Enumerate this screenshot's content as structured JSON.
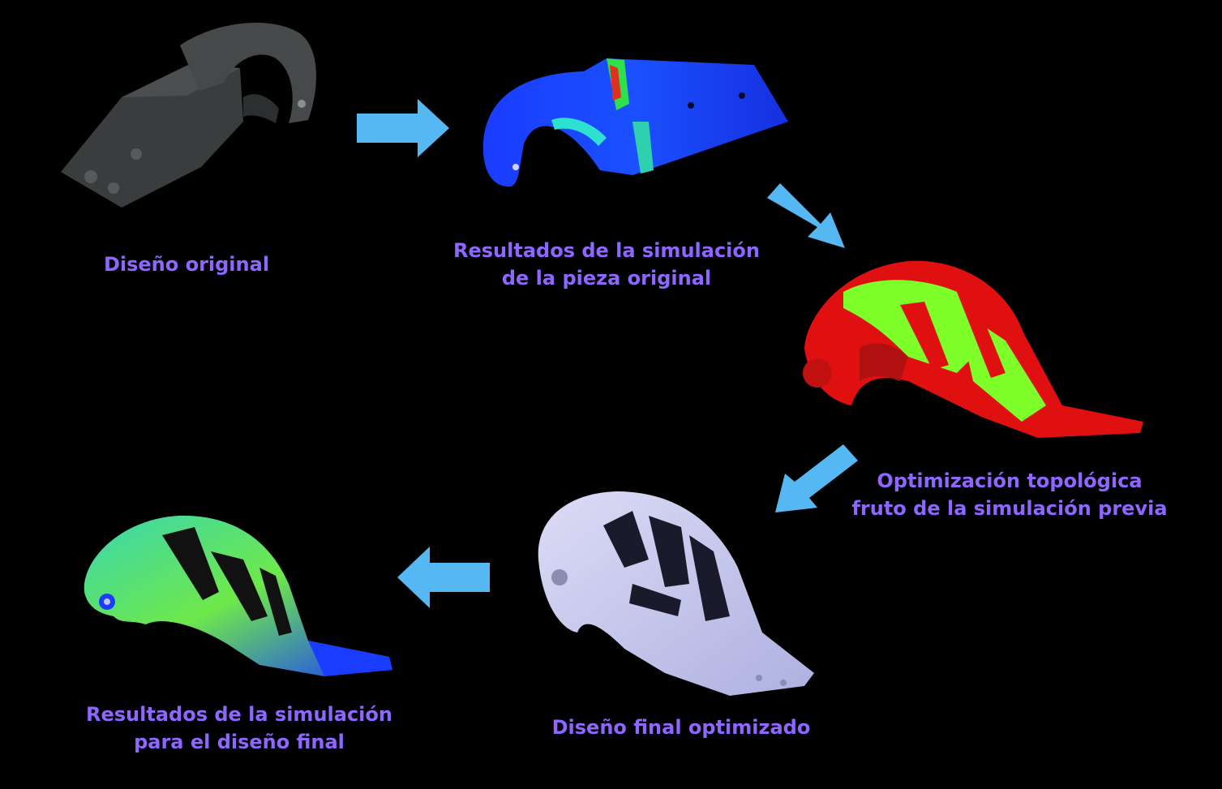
{
  "steps": [
    {
      "id": "original",
      "lines": [
        "Diseño original"
      ]
    },
    {
      "id": "sim_original",
      "lines": [
        "Resultados de la simulación",
        "de la pieza original"
      ]
    },
    {
      "id": "topology",
      "lines": [
        "Optimización topológica",
        "fruto de la simulación previa"
      ]
    },
    {
      "id": "final",
      "lines": [
        "Diseño final optimizado"
      ]
    },
    {
      "id": "sim_final",
      "lines": [
        "Resultados de la simulación",
        "para el diseño final"
      ]
    }
  ],
  "colors": {
    "background": "#000000",
    "label": "#8f66ff",
    "arrow": "#55b8f2",
    "original_part": "#3a3d3d",
    "stress_low": "#1a3cff",
    "stress_mid": "#7fff2a",
    "stress_high": "#e01010",
    "final_part": "#c9c9ee"
  }
}
